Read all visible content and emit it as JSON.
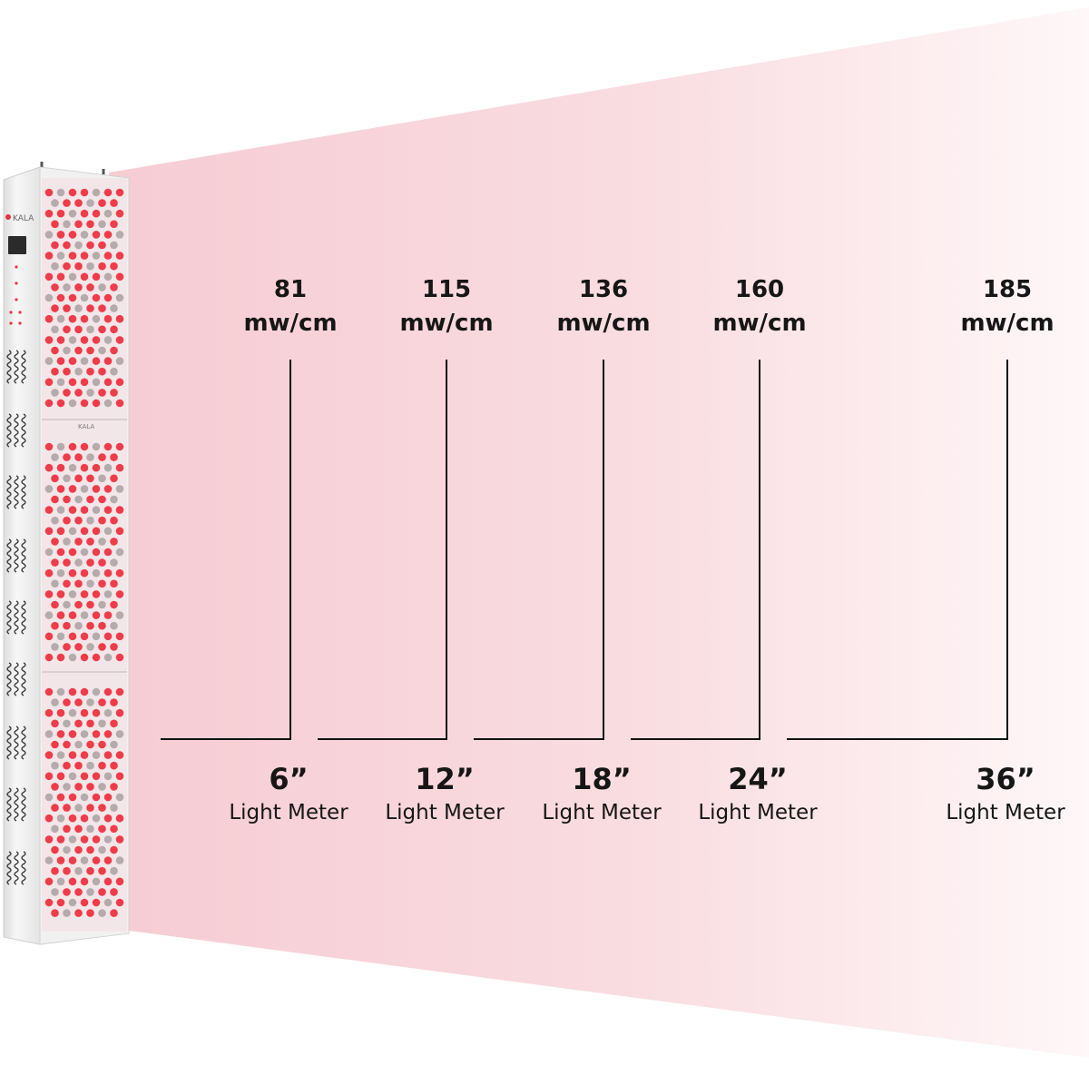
{
  "device": {
    "brand": "KALA",
    "panel_colors": {
      "red_led": "#ee2e3c",
      "gray_led": "#a9a0a2",
      "frame": "#f2f2f2"
    }
  },
  "beam": {
    "color_near": "#f6ccd3",
    "color_far": "#fff7f8"
  },
  "measurements": [
    {
      "value": "81",
      "unit": "mw/cm",
      "distance": "6”",
      "device_label": "Light Meter"
    },
    {
      "value": "115",
      "unit": "mw/cm",
      "distance": "12”",
      "device_label": "Light Meter"
    },
    {
      "value": "136",
      "unit": "mw/cm",
      "distance": "18”",
      "device_label": "Light Meter"
    },
    {
      "value": "160",
      "unit": "mw/cm",
      "distance": "24”",
      "device_label": "Light Meter"
    },
    {
      "value": "185",
      "unit": "mw/cm",
      "distance": "36”",
      "device_label": "Light Meter"
    }
  ],
  "line_color": "#111111"
}
